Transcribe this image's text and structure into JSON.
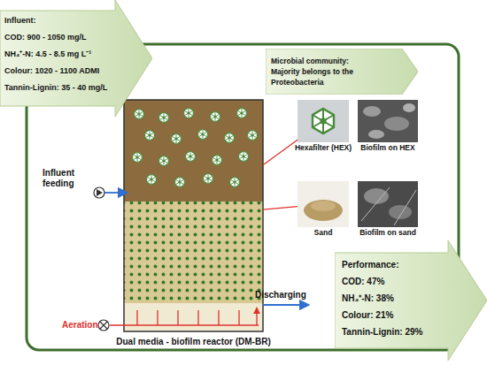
{
  "diagram": {
    "nodes": [
      {
        "text": [
          "Influent:",
          "COD: 900 - 1050 mg/L",
          "NH₄⁺-N: 4.5 - 8.5 mg L⁻¹",
          "Colour: 1020 - 1100 ADMI",
          "Tannin-Lignin: 35 - 40 mg/L"
        ]
      },
      {
        "text": [
          "Microbial community:",
          "Majority belongs to the Proteobacteria"
        ]
      },
      {
        "text": [
          "Dual media - biofilm reactor (DM-BR)"
        ]
      },
      {
        "text": [
          "Hexafilter (HEX)"
        ]
      },
      {
        "text": [
          "Biofilm on HEX"
        ]
      },
      {
        "text": [
          "Sand"
        ]
      },
      {
        "text": [
          "Biofilm on sand"
        ]
      },
      {
        "text": [
          "Performance:",
          "COD: 47%",
          "NH₄⁺-N: 38%",
          "Colour: 21%",
          "Tannin-Lignin: 29%"
        ]
      }
    ],
    "edges": [
      {
        "from": 2,
        "to": 3,
        "arrow": "none"
      },
      {
        "from": 2,
        "to": 5,
        "arrow": "none"
      }
    ],
    "labels": [
      "Influent feeding",
      "Aeration",
      "Discharging"
    ]
  }
}
